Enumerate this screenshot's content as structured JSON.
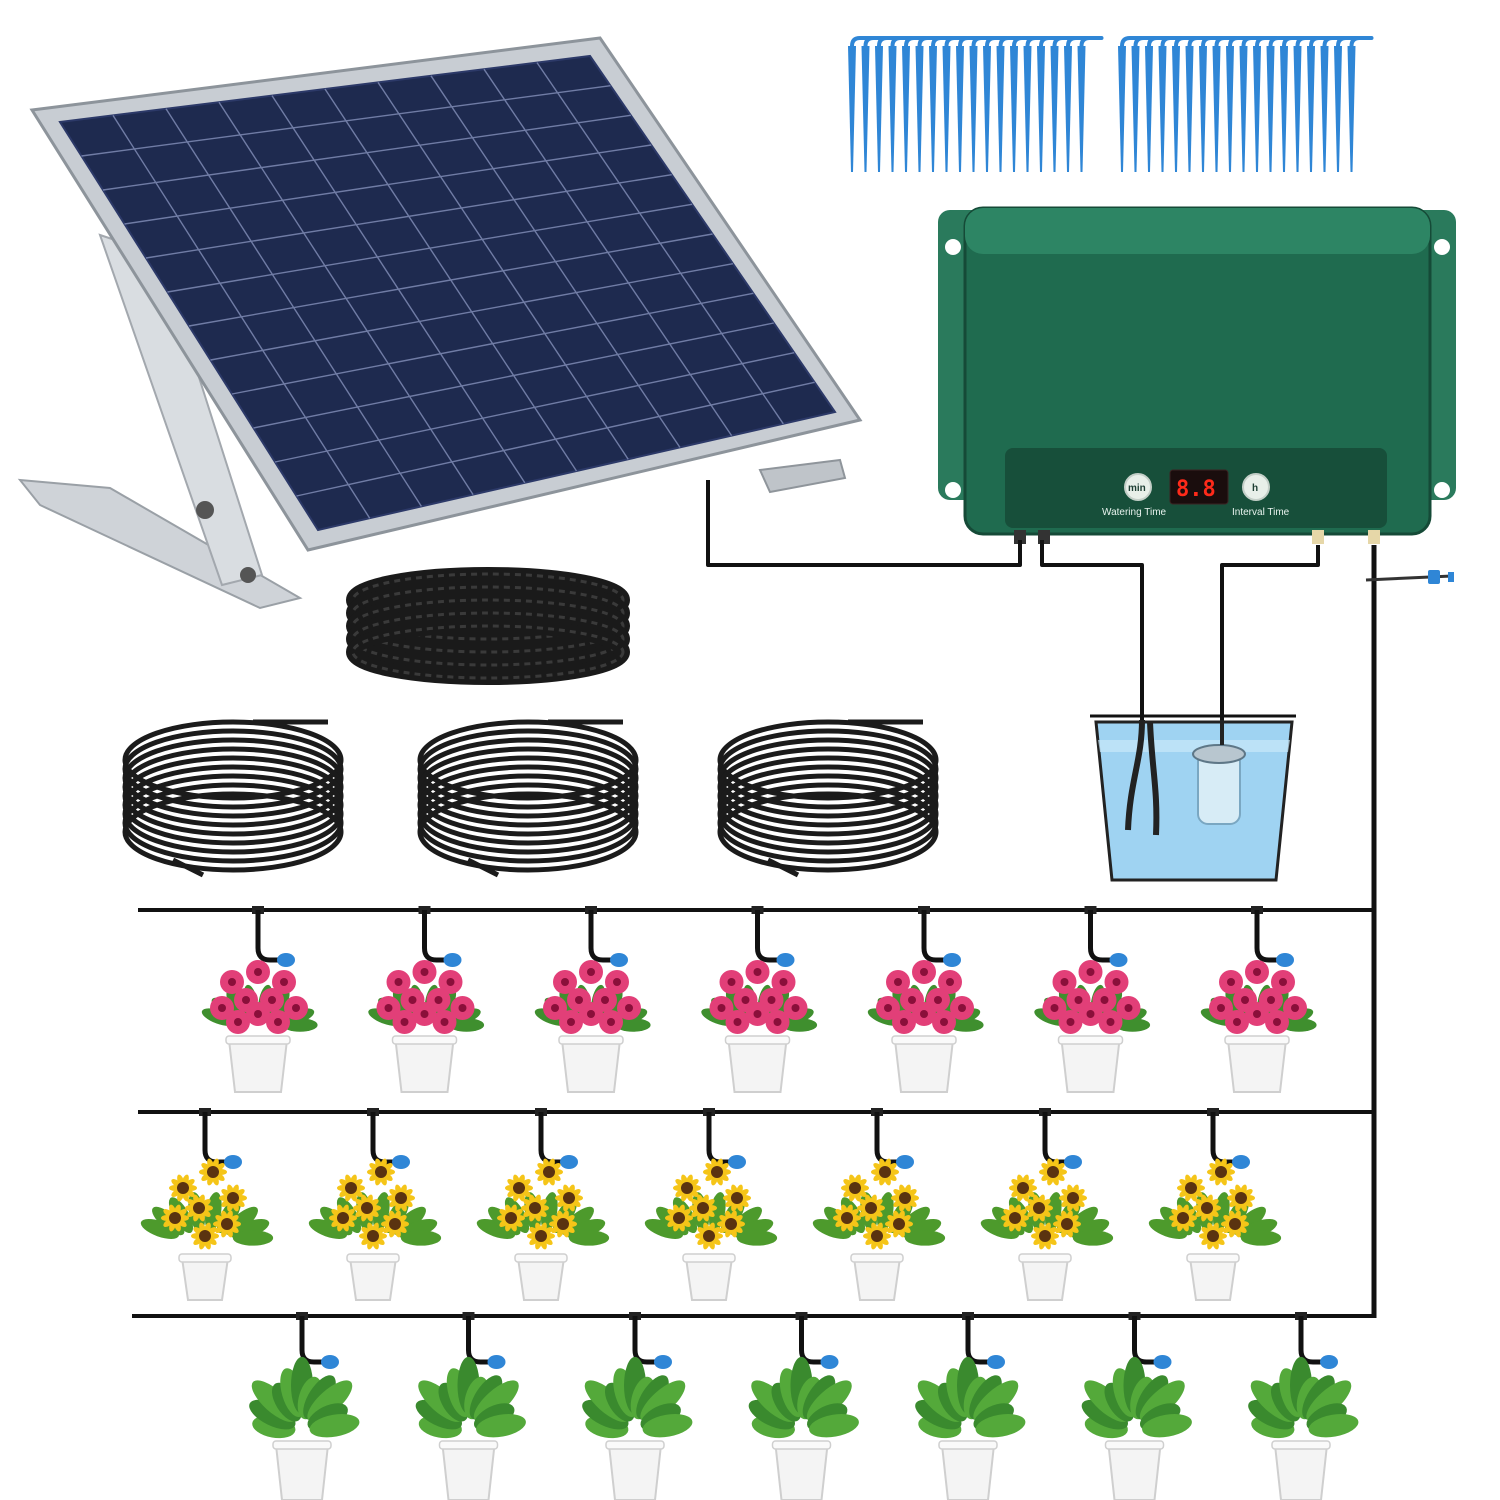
{
  "controller": {
    "display_value": "8.8",
    "watering_button_label": "min",
    "watering_caption": "Watering Time",
    "interval_button_label": "h",
    "interval_caption": "Interval Time"
  },
  "kit": {
    "dripper_stake_bundles": 2,
    "stakes_per_bundle": 18,
    "tubing_coils": 3,
    "garden_hose_coils": 1
  },
  "planting_rows": [
    {
      "plant": "pink-petunia",
      "pots": 7
    },
    {
      "plant": "sunflower",
      "pots": 7
    },
    {
      "plant": "green-foliage-plant",
      "pots": 7
    }
  ],
  "colors": {
    "panel_cell": "#1e2a4f",
    "panel_frame": "#c8cdd3",
    "controller_green": "#1f6b4f",
    "dripper_blue": "#2f86d6",
    "tube_black": "#111111",
    "water_blue": "#9fd3f2"
  }
}
